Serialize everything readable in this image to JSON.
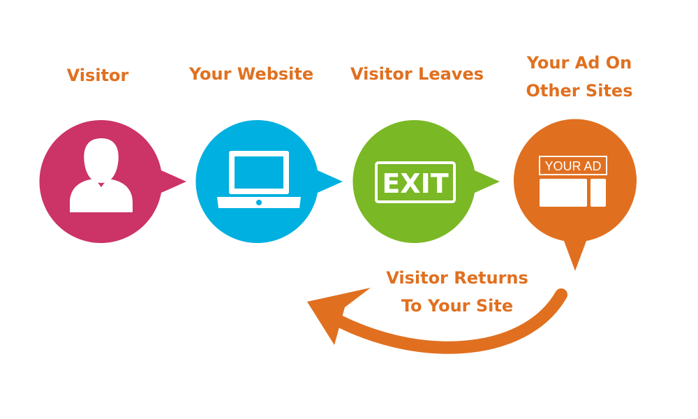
{
  "steps": [
    {
      "label": "Visitor",
      "color": "#cc3366",
      "icon": "person-icon"
    },
    {
      "label": "Your Website",
      "color": "#00b0e0",
      "icon": "laptop-icon"
    },
    {
      "label": "Visitor Leaves",
      "color": "#7ab825",
      "icon": "exit-sign-icon",
      "icon_text": "EXIT"
    },
    {
      "label_lines": [
        "Your Ad On",
        "Other Sites"
      ],
      "color": "#e07020",
      "icon": "ad-layout-icon",
      "icon_text": "YOUR AD"
    }
  ],
  "return_label_lines": [
    "Visitor Returns",
    "To Your Site"
  ],
  "colors": {
    "label": "#e07020",
    "arrow": "#e07020",
    "icon": "#ffffff"
  }
}
